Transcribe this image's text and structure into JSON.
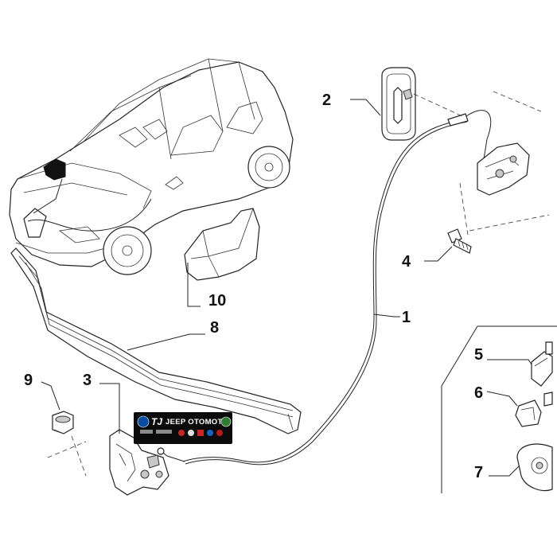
{
  "diagram": {
    "callouts": {
      "c1": "1",
      "c2": "2",
      "c3": "3",
      "c4": "4",
      "c5": "5",
      "c6": "6",
      "c7": "7",
      "c8": "8",
      "c9": "9",
      "c10": "10"
    },
    "watermark": {
      "brand": "JEEP OTOMOTİV",
      "initials": "TJ"
    }
  }
}
